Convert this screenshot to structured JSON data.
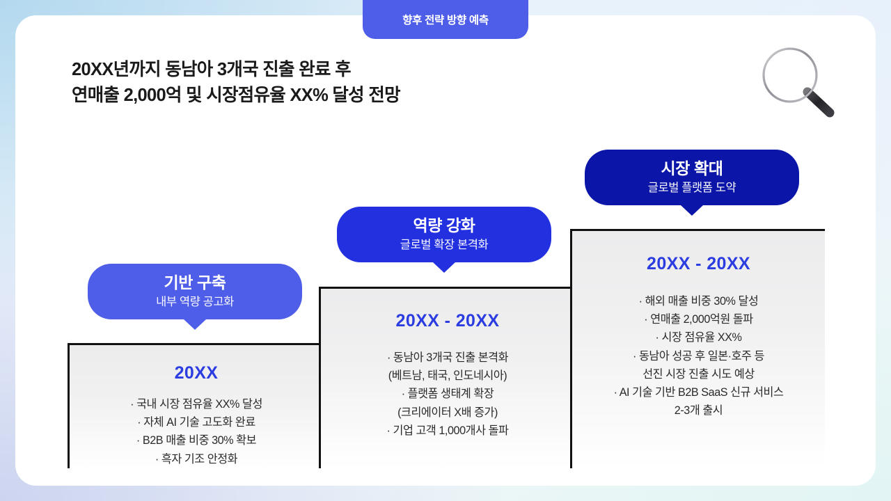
{
  "slide": {
    "tab_label": "향후 전략 방향 예측",
    "headline_line1": "20XX년까지 동남아 3개국 진출 완료 후",
    "headline_line2": "연매출 2,000억 및 시장점유율 XX% 달성 전망",
    "decor_icon": "magnifying-glass-icon"
  },
  "colors": {
    "stage1": "#4f5ee8",
    "stage2": "#2230e0",
    "stage3": "#0b16a8",
    "year_text": "#2b3ce0",
    "tab": "#4f5ee8",
    "panel_border": "#111111",
    "headline": "#1a1a1a"
  },
  "steps": [
    {
      "badge_title": "기반 구축",
      "badge_subtitle": "내부 역량 공고화",
      "years": "20XX",
      "bullets": [
        "· 국내 시장 점유율 XX% 달성",
        "· 자체 AI 기술 고도화 완료",
        "· B2B 매출 비중 30% 확보",
        "· 흑자 기조 안정화"
      ]
    },
    {
      "badge_title": "역량 강화",
      "badge_subtitle": "글로벌 확장 본격화",
      "years": "20XX - 20XX",
      "bullets": [
        "· 동남아 3개국 진출 본격화",
        "(베트남, 태국, 인도네시아)",
        "· 플랫폼 생태계 확장",
        "(크리에이터 X배 증가)",
        "· 기업 고객 1,000개사 돌파"
      ]
    },
    {
      "badge_title": "시장 확대",
      "badge_subtitle": "글로벌 플랫폼 도약",
      "years": "20XX - 20XX",
      "bullets": [
        "· 해외 매출 비중 30% 달성",
        "· 연매출 2,000억원 돌파",
        "· 시장 점유율 XX%",
        "· 동남아 성공 후 일본·호주 등",
        "선진 시장 진출 시도 예상",
        "· AI 기술 기반 B2B SaaS 신규 서비스",
        "2-3개 출시"
      ]
    }
  ]
}
